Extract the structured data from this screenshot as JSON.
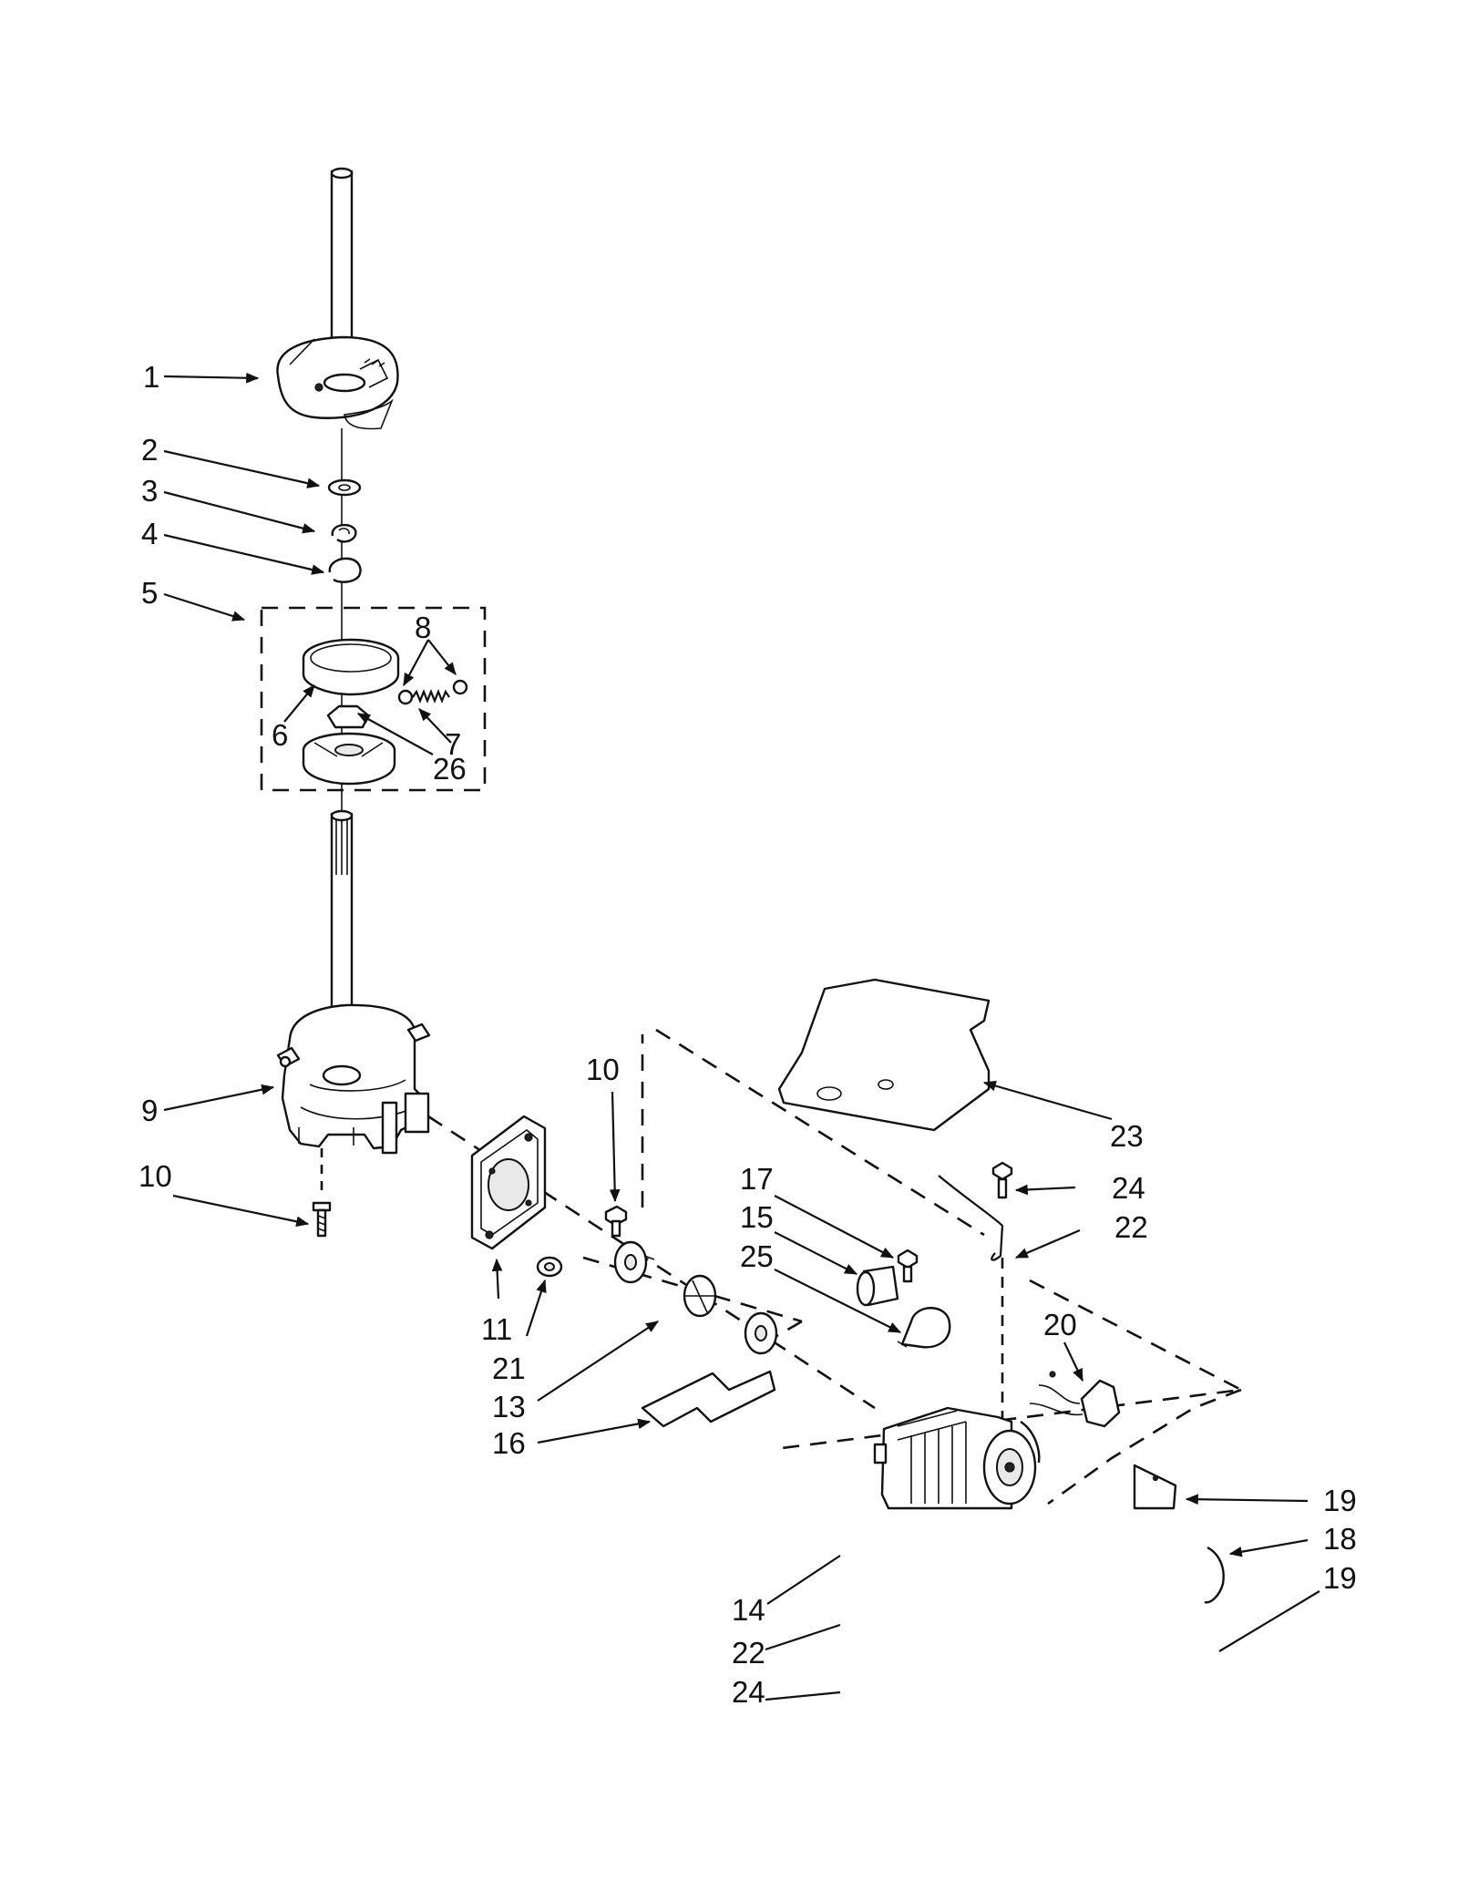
{
  "callouts": {
    "c1": "1",
    "c2": "2",
    "c3": "3",
    "c4": "4",
    "c5": "5",
    "c6": "6",
    "c7": "7",
    "c8": "8",
    "c9": "9",
    "c10a": "10",
    "c10b": "10",
    "c11": "11",
    "c13": "13",
    "c14": "14",
    "c15": "15",
    "c16": "16",
    "c17": "17",
    "c18": "18",
    "c19a": "19",
    "c19b": "19",
    "c20": "20",
    "c21": "21",
    "c22a": "22",
    "c22b": "22",
    "c23": "23",
    "c24a": "24",
    "c24b": "24",
    "c25": "25",
    "c26": "26"
  }
}
